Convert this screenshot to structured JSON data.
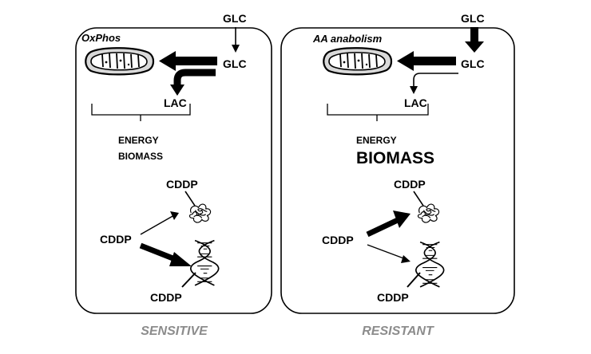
{
  "panels": [
    {
      "id": "sensitive",
      "metabolism_label": "OxPhos",
      "glc_outside": "GLC",
      "glc_inside": "GLC",
      "lac": "LAC",
      "energy": "ENERGY",
      "biomass": "BIOMASS",
      "cddp_protein": "CDDP",
      "cddp_source": "CDDP",
      "cddp_dna": "CDDP",
      "caption": "SENSITIVE"
    },
    {
      "id": "resistant",
      "metabolism_label": "AA anabolism",
      "glc_outside": "GLC",
      "glc_inside": "GLC",
      "lac": "LAC",
      "energy": "ENERGY",
      "biomass": "BIOMASS",
      "cddp_protein": "CDDP",
      "cddp_source": "CDDP",
      "cddp_dna": "CDDP",
      "caption": "RESISTANT"
    }
  ],
  "colors": {
    "stroke": "#000000",
    "caption": "#8c8c8c",
    "mito_fill": "#d9d9d9",
    "background": "#ffffff"
  },
  "icons": {
    "mitochondrion": "mitochondrion-icon",
    "protein": "protein-icon",
    "dna": "dna-helix-icon"
  },
  "arrow_weights": {
    "sensitive": {
      "glc_uptake": "thin",
      "to_mitochondrion": "thick",
      "to_lactate": "thick",
      "cddp_to_protein": "thin",
      "cddp_to_dna": "thick"
    },
    "resistant": {
      "glc_uptake": "thick",
      "to_mitochondrion": "thick",
      "to_lactate": "thin",
      "cddp_to_protein": "thick",
      "cddp_to_dna": "thin"
    }
  }
}
